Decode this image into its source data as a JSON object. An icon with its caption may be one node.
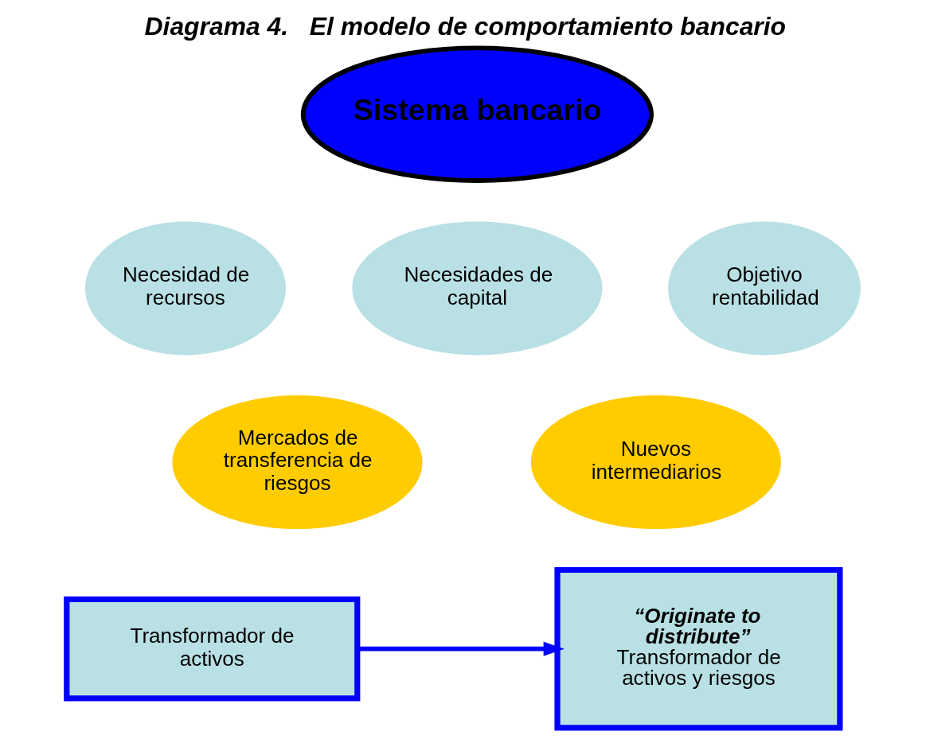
{
  "diagram": {
    "title": "Diagrama 4.   El modelo de comportamiento bancario",
    "nodes": [
      {
        "text": [
          "Sistema bancario"
        ]
      },
      {
        "text": [
          "Necesidad de recursos"
        ]
      },
      {
        "text": [
          "Necesidades de capital"
        ]
      },
      {
        "text": [
          "Objetivo rentabilidad"
        ]
      },
      {
        "text": [
          "Mercados de transferencia de riesgos"
        ]
      },
      {
        "text": [
          "Nuevos intermediarios"
        ]
      },
      {
        "text": [
          "Transformador de activos"
        ]
      },
      {
        "text": [
          "“Originate to distribute”",
          "Transformador de activos y riesgos"
        ]
      }
    ],
    "edges": [
      {
        "from": 6,
        "to": 7,
        "arrow": "to",
        "color": "#0000ff"
      }
    ]
  }
}
